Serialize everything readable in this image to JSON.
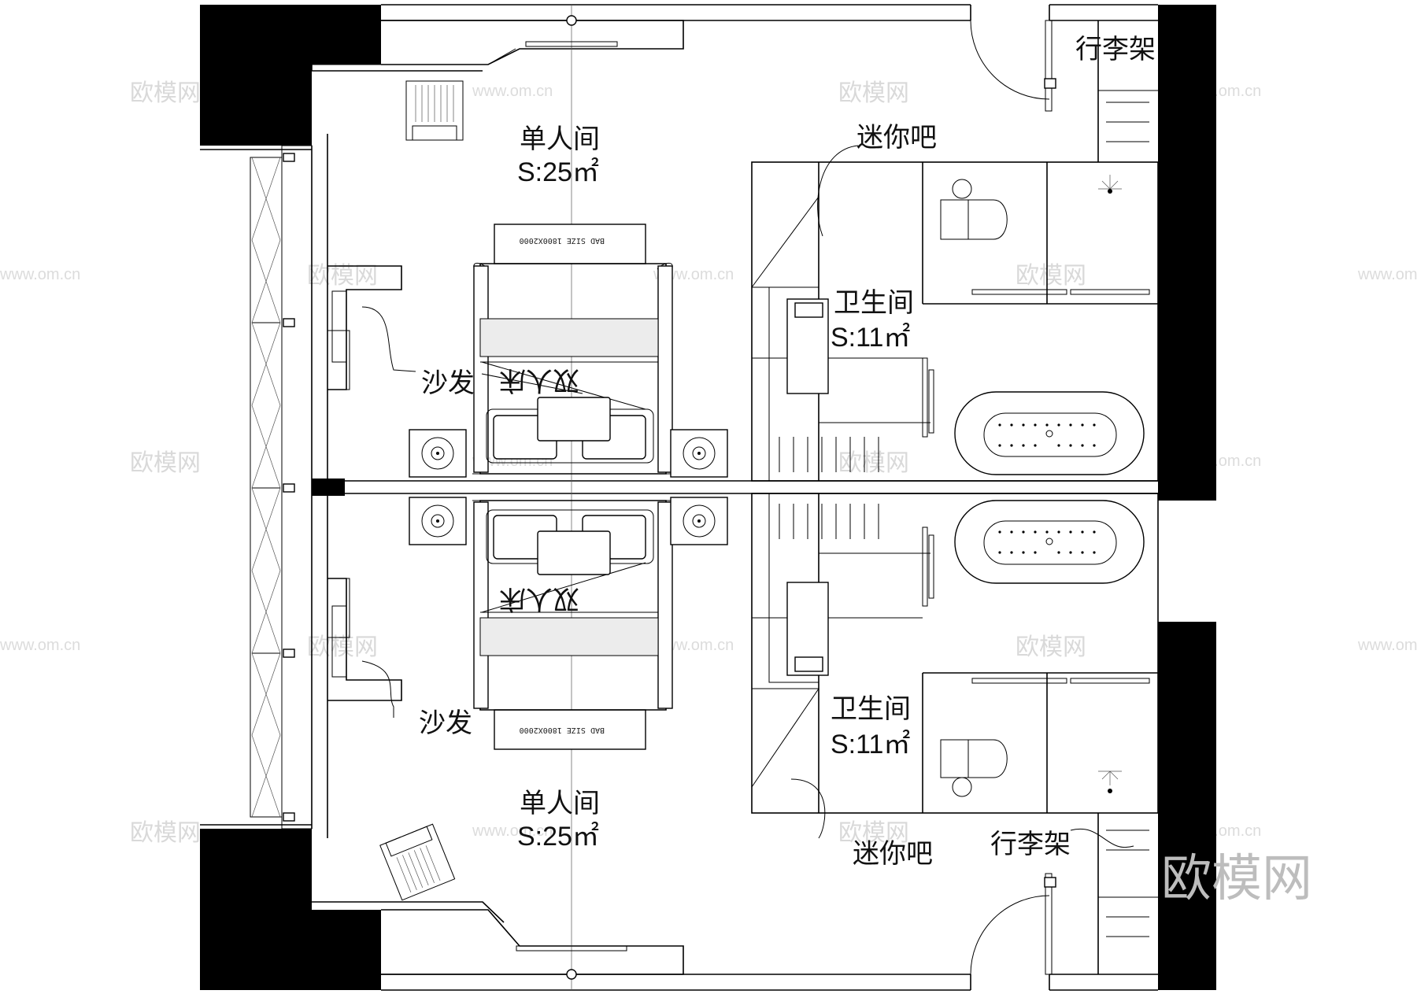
{
  "rooms": {
    "upper_room_name": "单人间",
    "upper_room_area": "S:25㎡",
    "lower_room_name": "单人间",
    "lower_room_area": "S:25㎡",
    "upper_bath_name": "卫生间",
    "upper_bath_area": "S:11㎡",
    "lower_bath_name": "卫生间",
    "lower_bath_area": "S:11㎡"
  },
  "labels": {
    "minibar_upper": "迷你吧",
    "minibar_lower": "迷你吧",
    "luggage_upper": "行李架",
    "luggage_lower": "行李架",
    "sofa_upper": "沙发",
    "sofa_lower": "沙发",
    "bed_upper": "双人床",
    "bed_lower": "双人床",
    "bed_size_upper": "BAD SIZE 1800X2000",
    "bed_size_lower": "BAD SIZE 1800X2000"
  },
  "watermark": {
    "brand": "欧模网",
    "url": "www.om.cn"
  }
}
